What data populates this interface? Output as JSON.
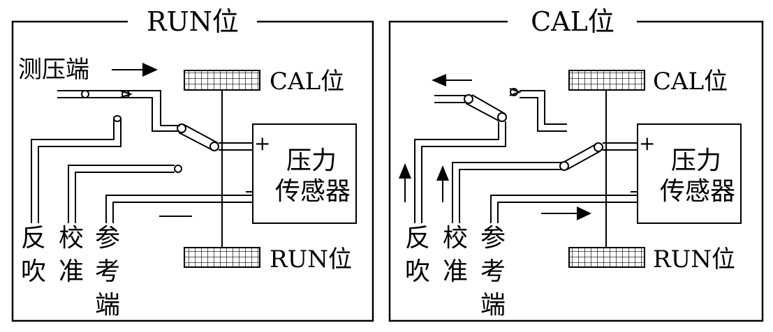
{
  "panels": {
    "left": {
      "title": "RUN位",
      "label_test_end": "测压端",
      "label_cal": "CAL位",
      "label_run": "RUN位",
      "sensor_line1": "压力",
      "sensor_line2": "传感器",
      "plus": "+",
      "minus": "−",
      "port_blow": [
        "反",
        "吹"
      ],
      "port_cal": [
        "校",
        "准"
      ],
      "port_ref": [
        "参",
        "考",
        "端"
      ]
    },
    "right": {
      "title": "CAL位",
      "label_cal": "CAL位",
      "label_run": "RUN位",
      "sensor_line1": "压力",
      "sensor_line2": "传感器",
      "plus": "+",
      "minus": "−",
      "port_blow": [
        "反",
        "吹"
      ],
      "port_cal": [
        "校",
        "准"
      ],
      "port_ref": [
        "参",
        "考",
        "端"
      ]
    }
  }
}
